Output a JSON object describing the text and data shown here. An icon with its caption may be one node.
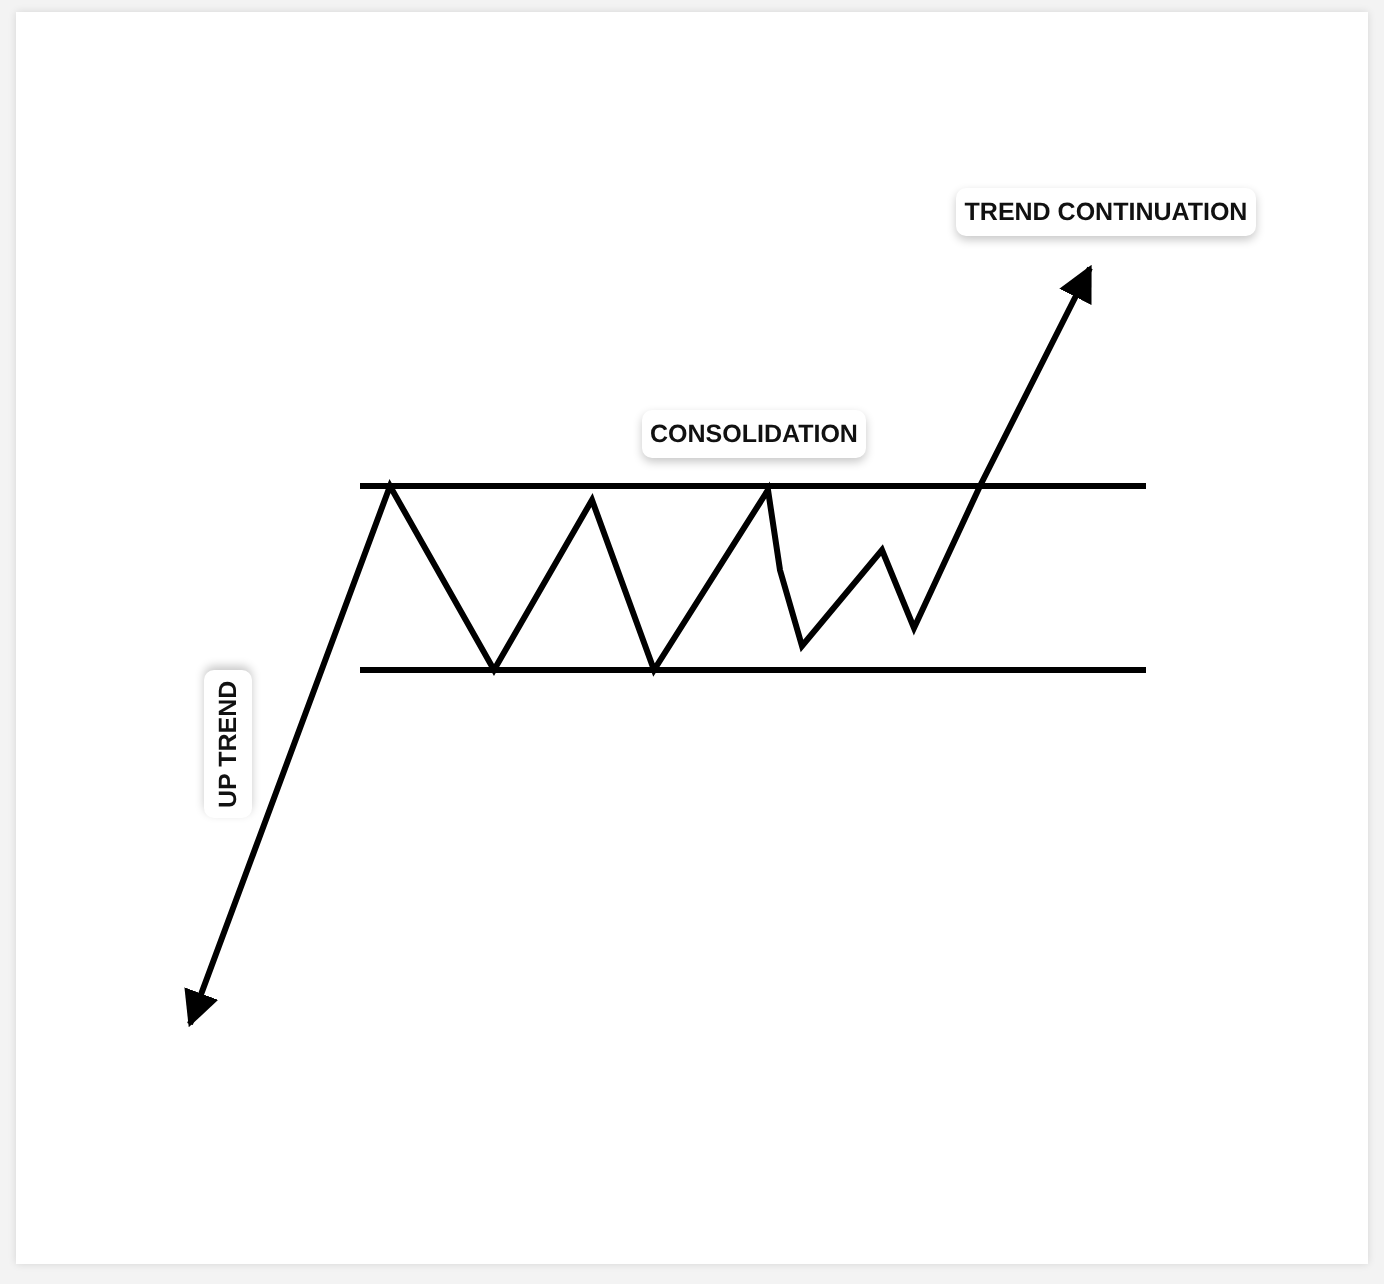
{
  "diagram": {
    "nodes": [
      {
        "text": [
          "TREND CONTINUATION"
        ]
      },
      {
        "text": [
          "CONSOLIDATION"
        ]
      },
      {
        "text": [
          "UP TREND"
        ]
      }
    ]
  }
}
